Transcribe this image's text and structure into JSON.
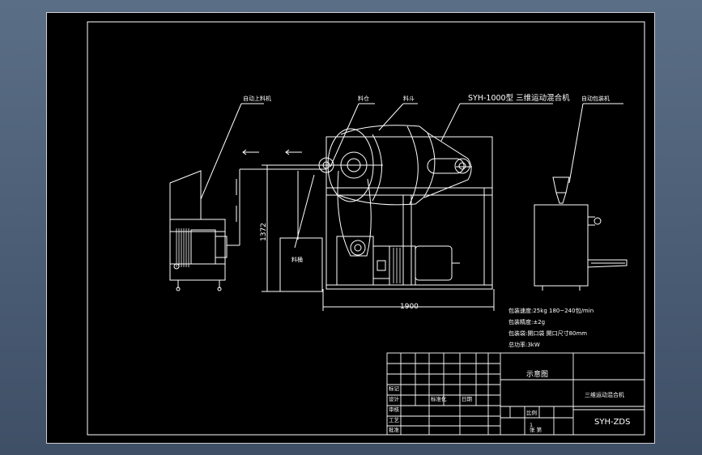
{
  "labels": {
    "auto_feeder": "自动上料机",
    "material_1": "料仓",
    "material_2": "料斗",
    "mixer_model": "SYH-1000型 三维运动混合机",
    "auto_packer": "自动包装机",
    "tank": "料桶"
  },
  "dimensions": {
    "height": "1372",
    "width": "1900"
  },
  "specs": [
    "包装速度:25kg   180~240包/min",
    "包装精度:±2g",
    "包装袋:開口袋  開口尺寸80mm",
    "总功率:3kW"
  ],
  "title_block": {
    "drawing_name": "示意图",
    "product_name": "三维运动混合机",
    "drawing_code": "SYH-ZDS",
    "cell_1": "标记",
    "cell_2": "设计",
    "cell_3": "审核",
    "cell_4": "工艺",
    "cell_5": "标准化",
    "cell_6": "批准",
    "cell_7": "日期",
    "sheet_no": "1",
    "sheets_total": "张  第",
    "scale_label": "比例"
  },
  "colors": {
    "background": "#000000",
    "line": "#ffffff",
    "frame": "#cfcfcf"
  }
}
